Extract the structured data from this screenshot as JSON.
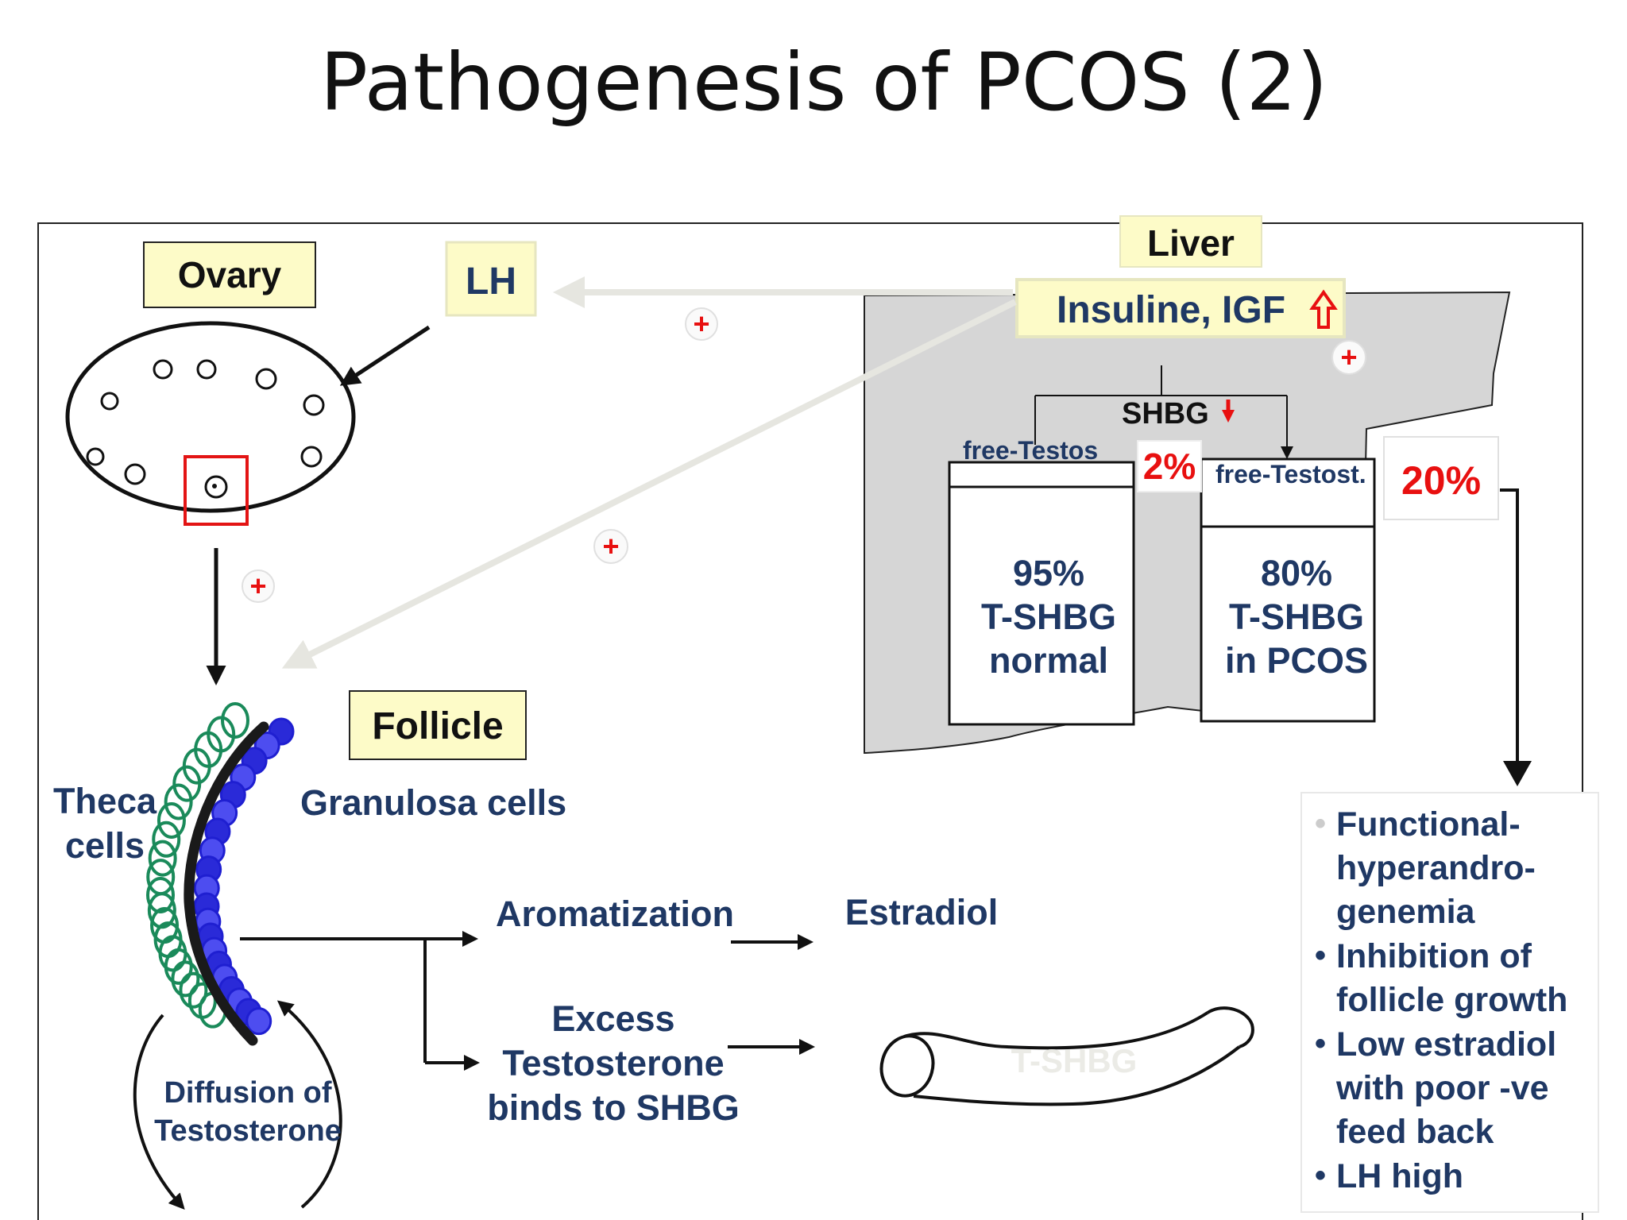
{
  "title": "Pathogenesis of PCOS (2)",
  "colors": {
    "navy": "#1f3864",
    "red": "#e81010",
    "label_box": "#fdfbc8",
    "liver_fill": "#d6d6d6",
    "theca": "#1a8a5a",
    "granulosa": "#1f1fd1",
    "light_arrow": "#ebebe6"
  },
  "labels": {
    "ovary": "Ovary",
    "lh": "LH",
    "liver": "Liver",
    "insulin": "Insuline, IGF",
    "plus": "+",
    "shbg": "SHBG",
    "free_testos_normal": "free-Testos",
    "pct_2": "2%",
    "free_testos_pcos": "free-Testost.",
    "pct_20": "20%",
    "bar_normal": [
      "95%",
      "T-SHBG",
      "normal"
    ],
    "bar_pcos": [
      "80%",
      "T-SHBG",
      "in PCOS"
    ],
    "follicle": "Follicle",
    "theca": [
      "Theca",
      "cells"
    ],
    "granulosa": "Granulosa cells",
    "aromatization": "Aromatization",
    "estradiol": "Estradiol",
    "excess": [
      "Excess",
      "Testosterone",
      "binds to SHBG"
    ],
    "tube_text": "T-SHBG",
    "diffusion": [
      "Diffusion of",
      "Testosterone"
    ]
  },
  "effects": {
    "items": [
      [
        "Functional-",
        "hyperandro-",
        "genemia"
      ],
      [
        "Inhibition of",
        "follicle growth"
      ],
      [
        "Low estradiol",
        "with poor -ve",
        "feed back"
      ],
      [
        "LH high"
      ]
    ]
  },
  "icons": {
    "up_arrow": "red-up-arrow-icon",
    "down_arrow": "red-down-arrow-icon"
  }
}
